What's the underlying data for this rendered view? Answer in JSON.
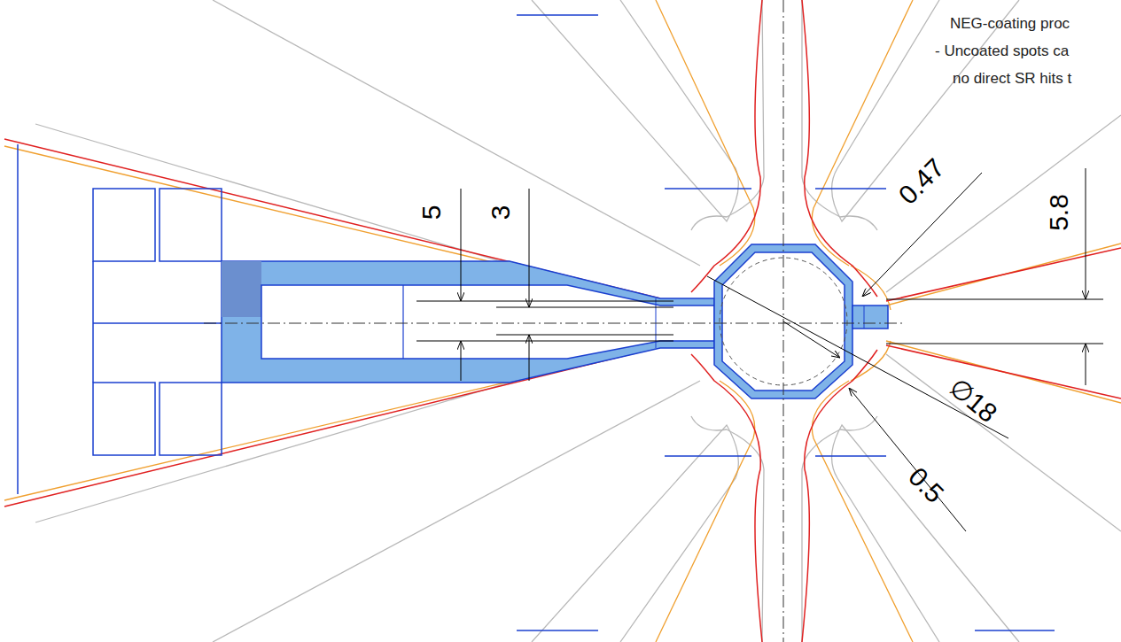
{
  "diagram": {
    "labels": [
      "NEG-coating proc",
      "- Uncoated spots ca",
      "no direct SR hits t",
      "5",
      "3",
      "0.47",
      "5.8",
      "∅18",
      "0.5"
    ]
  }
}
